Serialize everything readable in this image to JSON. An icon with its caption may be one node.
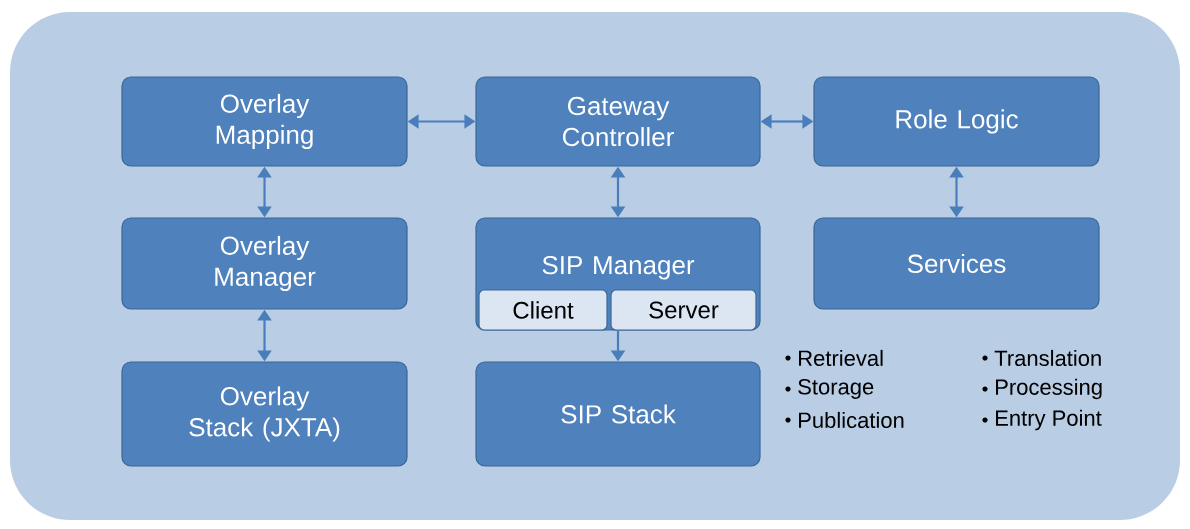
{
  "diagram": {
    "nodes": [
      {
        "text": [
          "Overlay Mapping"
        ]
      },
      {
        "text": [
          "Gateway Controller"
        ]
      },
      {
        "text": [
          "Role Logic"
        ]
      },
      {
        "text": [
          "Overlay Manager"
        ]
      },
      {
        "text": [
          "SIP Manager"
        ]
      },
      {
        "text": [
          "Client"
        ],
        "in": 4
      },
      {
        "text": [
          "Server"
        ],
        "in": 4
      },
      {
        "text": [
          "Services"
        ]
      },
      {
        "text": [
          "Overlay Stack (JXTA)"
        ]
      },
      {
        "text": [
          "SIP Stack"
        ]
      }
    ],
    "edges": [
      {
        "from": 0,
        "to": 1,
        "arrow": "both"
      },
      {
        "from": 1,
        "to": 2,
        "arrow": "both"
      },
      {
        "from": 0,
        "to": 3,
        "arrow": "both"
      },
      {
        "from": 1,
        "to": 4,
        "arrow": "both"
      },
      {
        "from": 2,
        "to": 7,
        "arrow": "both"
      },
      {
        "from": 3,
        "to": 8,
        "arrow": "both"
      },
      {
        "from": 4,
        "to": 9,
        "arrow": "to"
      }
    ],
    "labels": [
      "Retrieval",
      "Storage",
      "Publication",
      "Translation",
      "Processing",
      "Entry Point"
    ]
  }
}
